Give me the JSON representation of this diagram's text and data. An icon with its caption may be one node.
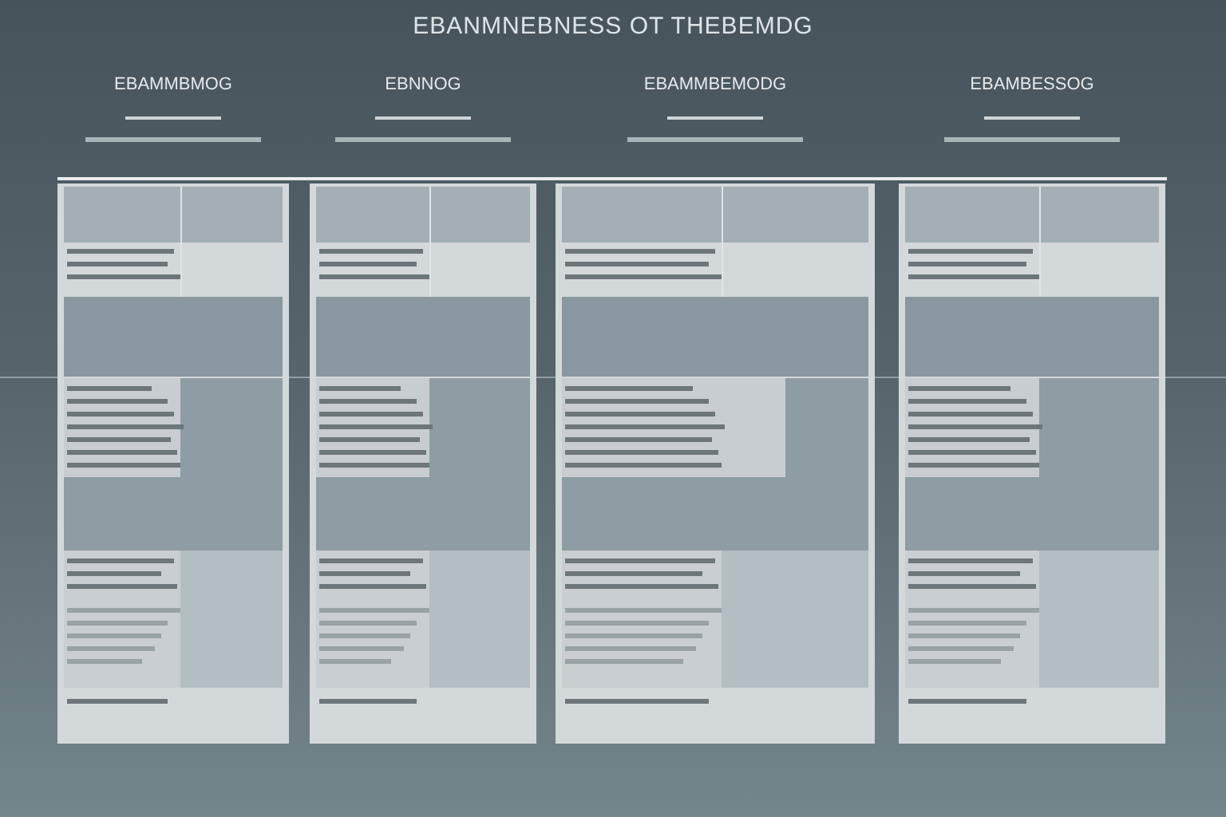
{
  "diagram": {
    "title": "EBANMNEBNESS OT THEBEMDG",
    "labels": [
      "EBAMMBMOG",
      "EBNNOG",
      "EBAMMBEMODG",
      "EBAMBESSOG"
    ]
  }
}
